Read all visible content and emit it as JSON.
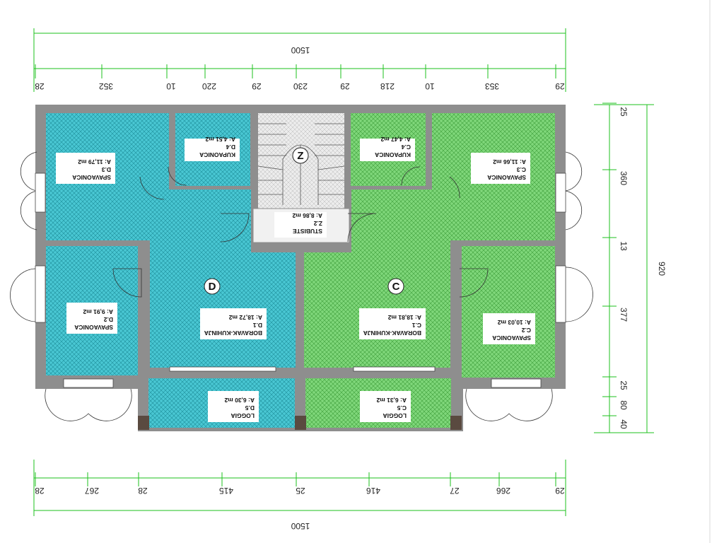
{
  "colors": {
    "blue_room": "#49c7d3",
    "green_room": "#7fd77a",
    "wall": "#8e8e8e",
    "dim_line": "#1ec21e",
    "stair": "#d8d8d8"
  },
  "dimensions": {
    "top_total": "1500",
    "bottom_total": "1500",
    "top_segments": [
      "28",
      "352",
      "10",
      "220",
      "29",
      "230",
      "29",
      "218",
      "10",
      "353",
      "29"
    ],
    "bottom_segments": [
      "28",
      "267",
      "28",
      "415",
      "25",
      "416",
      "27",
      "266",
      "29"
    ],
    "right_total": "920",
    "right_segments": [
      "25",
      "360",
      "13",
      "377",
      "25",
      "80",
      "40"
    ]
  },
  "rooms": {
    "d3": {
      "name": "SPAVAONICA",
      "code": "D.3",
      "area": "A: 11,79 m2"
    },
    "d4": {
      "name": "KUPAONICA",
      "code": "D.4",
      "area": "A: 4,51 m2"
    },
    "c4": {
      "name": "KUPAONICA",
      "code": "C.4",
      "area": "A: 4,47 m2"
    },
    "c3": {
      "name": "SPAVAONICA",
      "code": "C.3",
      "area": "A: 11,66 m2"
    },
    "z2": {
      "name": "STUBISTE",
      "code": "Z.2",
      "area": "A: 8,86 m2"
    },
    "d2": {
      "name": "SPAVAONICA",
      "code": "D.2",
      "area": "A: 9,91 m2"
    },
    "d1": {
      "name": "BORAVAK-KUHINJA",
      "code": "D.1",
      "area": "A: 18,72 m2"
    },
    "c1": {
      "name": "BORAVAK-KUHINJA",
      "code": "C.1",
      "area": "A: 18,81 m2"
    },
    "c2": {
      "name": "SPAVAONICA",
      "code": "C.2",
      "area": "A: 10,03 m2"
    },
    "d5": {
      "name": "LOGGIA",
      "code": "D.5",
      "area": "A: 6,30 m2"
    },
    "c5": {
      "name": "LOGGIA",
      "code": "C.5",
      "area": "A: 6,31 m2"
    }
  },
  "badges": {
    "unit_d": "D",
    "unit_c": "C",
    "stair_z": "Z"
  }
}
